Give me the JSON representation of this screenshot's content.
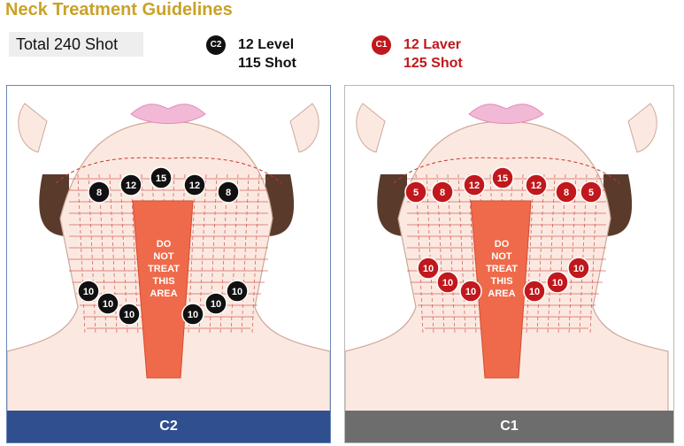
{
  "header": {
    "title": "Neck Treatment Guidelines",
    "total": "Total 240 Shot"
  },
  "legend": [
    {
      "badge": "C2",
      "line1": "12 Level",
      "line2": "115 Shot",
      "color": "#111111",
      "text_color": "#111111"
    },
    {
      "badge": "C1",
      "line1": "12 Laver",
      "line2": "125 Shot",
      "color": "#c0181c",
      "text_color": "#c0181c"
    }
  ],
  "panels": [
    {
      "label": "C2",
      "footer_color": "#2f4f8f",
      "dot_color": "#111111",
      "warning": [
        "DO",
        "NOT",
        "TREAT",
        "THIS",
        "AREA"
      ],
      "upper_shots": [
        "8",
        "12",
        "15",
        "12",
        "8"
      ],
      "lower_shots": [
        "10",
        "10",
        "10",
        "10",
        "10",
        "10"
      ]
    },
    {
      "label": "C1",
      "footer_color": "#6d6d6d",
      "dot_color": "#c0181c",
      "warning": [
        "DO",
        "NOT",
        "TREAT",
        "THIS",
        "AREA"
      ],
      "upper_shots": [
        "5",
        "8",
        "12",
        "15",
        "12",
        "8",
        "5"
      ],
      "lower_shots": [
        "10",
        "10",
        "10",
        "10",
        "10",
        "10"
      ]
    }
  ],
  "colors": {
    "title": "#c9a227",
    "no_treat": "#ee6a4a",
    "grid": "#c8372f",
    "skin": "#fbe9e1"
  }
}
